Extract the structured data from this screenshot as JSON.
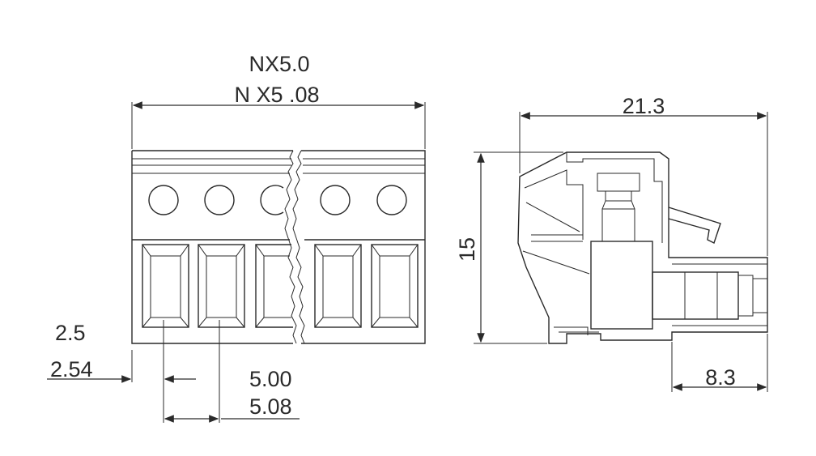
{
  "front_view": {
    "width_labels": [
      "NX5.0",
      "N X5 .08"
    ],
    "offset_labels": [
      "2.5",
      "2.54"
    ],
    "pitch_labels": [
      "5.00",
      "5.08"
    ]
  },
  "side_view": {
    "width_label": "21.3",
    "height_label": "15",
    "depth_label": "8.3"
  }
}
